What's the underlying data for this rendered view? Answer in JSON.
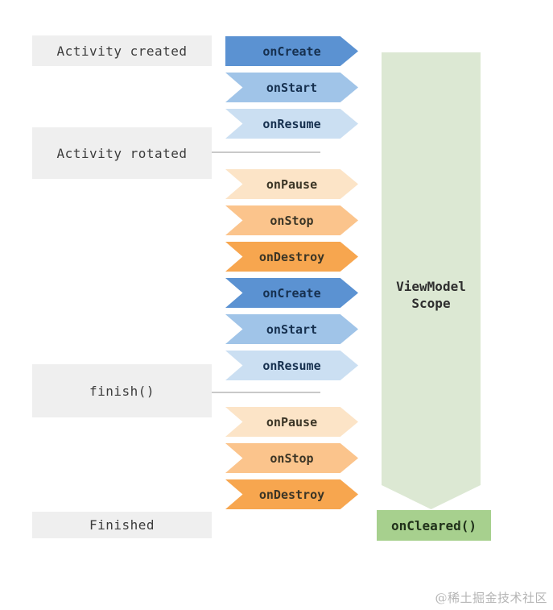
{
  "watermark": "@稀土掘金技术社区",
  "colors": {
    "stage_box_bg": "#efefef",
    "stage_text": "#3c3c3c",
    "blue_dark": "#5b92d2",
    "blue_mid": "#a0c4e8",
    "blue_light": "#cbdff2",
    "blue_text": "#16304f",
    "orange_light": "#fce4c7",
    "orange_mid": "#fbc48c",
    "orange_dark": "#f7a64f",
    "orange_text": "#3b3526",
    "scope_arrow_bg": "#dce8d3",
    "cleared_box_bg": "#a7d08e",
    "connector_line": "#c9c9c9"
  },
  "stages": [
    {
      "label": "Activity created"
    },
    {
      "label": "Activity rotated"
    },
    {
      "label": "finish()"
    },
    {
      "label": "Finished"
    }
  ],
  "arrows": [
    {
      "label": "onCreate",
      "group": "blue",
      "shade": "dark"
    },
    {
      "label": "onStart",
      "group": "blue",
      "shade": "mid"
    },
    {
      "label": "onResume",
      "group": "blue",
      "shade": "light"
    },
    {
      "label": "onPause",
      "group": "orange",
      "shade": "light"
    },
    {
      "label": "onStop",
      "group": "orange",
      "shade": "mid"
    },
    {
      "label": "onDestroy",
      "group": "orange",
      "shade": "dark"
    },
    {
      "label": "onCreate",
      "group": "blue",
      "shade": "dark"
    },
    {
      "label": "onStart",
      "group": "blue",
      "shade": "mid"
    },
    {
      "label": "onResume",
      "group": "blue",
      "shade": "light"
    },
    {
      "label": "onPause",
      "group": "orange",
      "shade": "light"
    },
    {
      "label": "onStop",
      "group": "orange",
      "shade": "mid"
    },
    {
      "label": "onDestroy",
      "group": "orange",
      "shade": "dark"
    }
  ],
  "viewmodel": {
    "scope_line1": "ViewModel",
    "scope_line2": "Scope",
    "cleared": "onCleared()"
  }
}
